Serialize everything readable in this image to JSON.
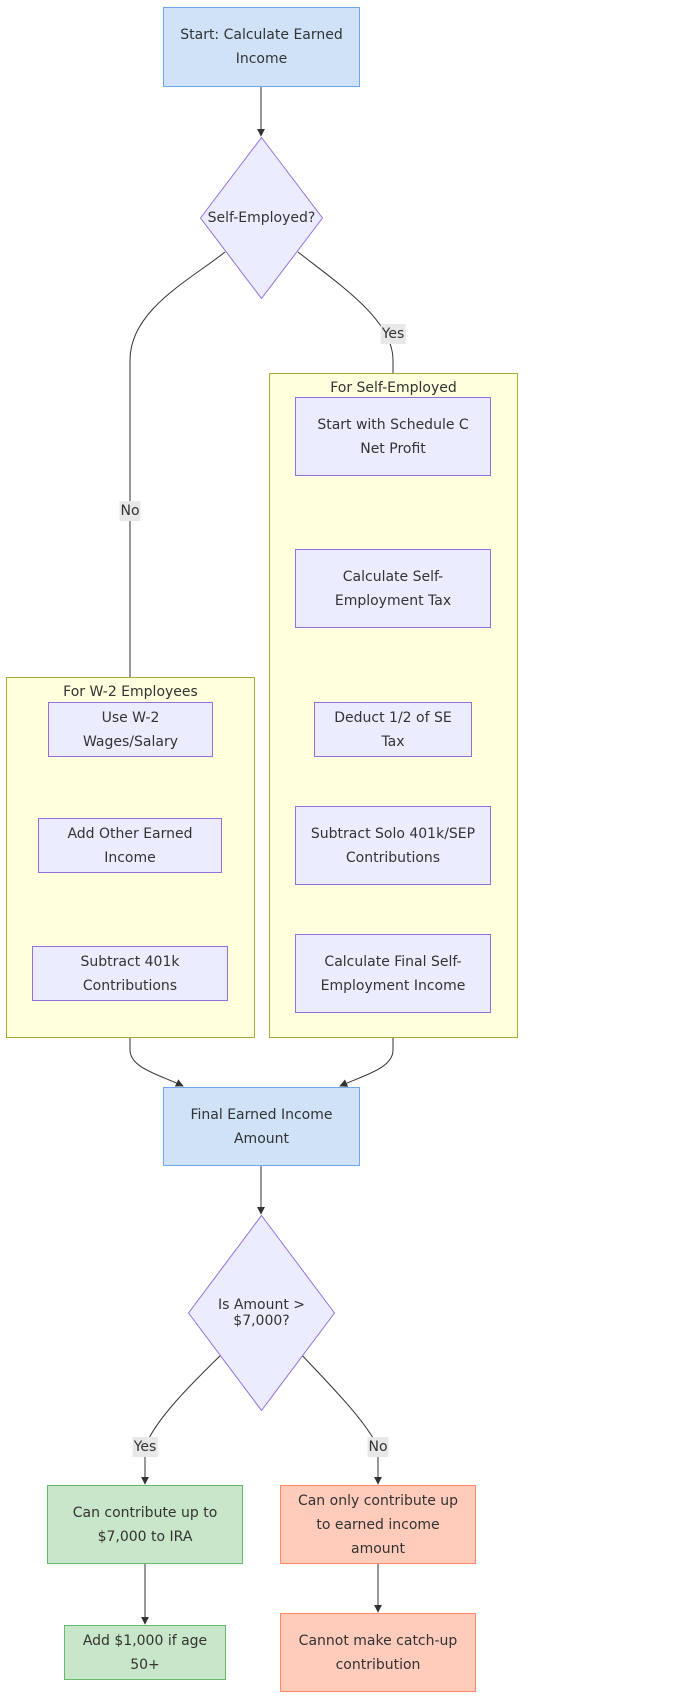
{
  "nodes": {
    "start": "Start: Calculate Earned Income",
    "self_employed_q": "Self-Employed?",
    "w2_wages": "Use W-2 Wages/Salary",
    "add_other": "Add Other Earned Income",
    "subtract_401k": "Subtract 401k Contributions",
    "schedule_c": "Start with Schedule C Net Profit",
    "calc_se_tax": "Calculate Self-Employment Tax",
    "deduct_half_se": "Deduct 1/2 of SE Tax",
    "subtract_solo": "Subtract Solo 401k/SEP Contributions",
    "calc_final_se": "Calculate Final Self-Employment Income",
    "final_amount": "Final Earned Income Amount",
    "amount_q": "Is Amount > $7,000?",
    "contribute_7000": "Can contribute up to $7,000 to IRA",
    "add_1000": "Add $1,000 if age 50+",
    "contribute_earned": "Can only contribute up to earned income amount",
    "no_catchup": "Cannot make catch-up contribution"
  },
  "clusters": {
    "w2": "For W-2 Employees",
    "self_employed": "For Self-Employed"
  },
  "edge_labels": {
    "se_yes": "Yes",
    "se_no": "No",
    "amt_yes": "Yes",
    "amt_no": "No"
  },
  "colors": {
    "process_fill": "#ececff",
    "process_border": "#9370db",
    "terminal_fill": "#cfe2f8",
    "terminal_border": "#6fa8e8",
    "yes_fill": "#c8e6c9",
    "yes_border": "#66bb6a",
    "no_fill": "#ffcbbb",
    "no_border": "#ff8a65",
    "cluster_fill": "#ffffde",
    "cluster_border": "#aaaa33"
  }
}
